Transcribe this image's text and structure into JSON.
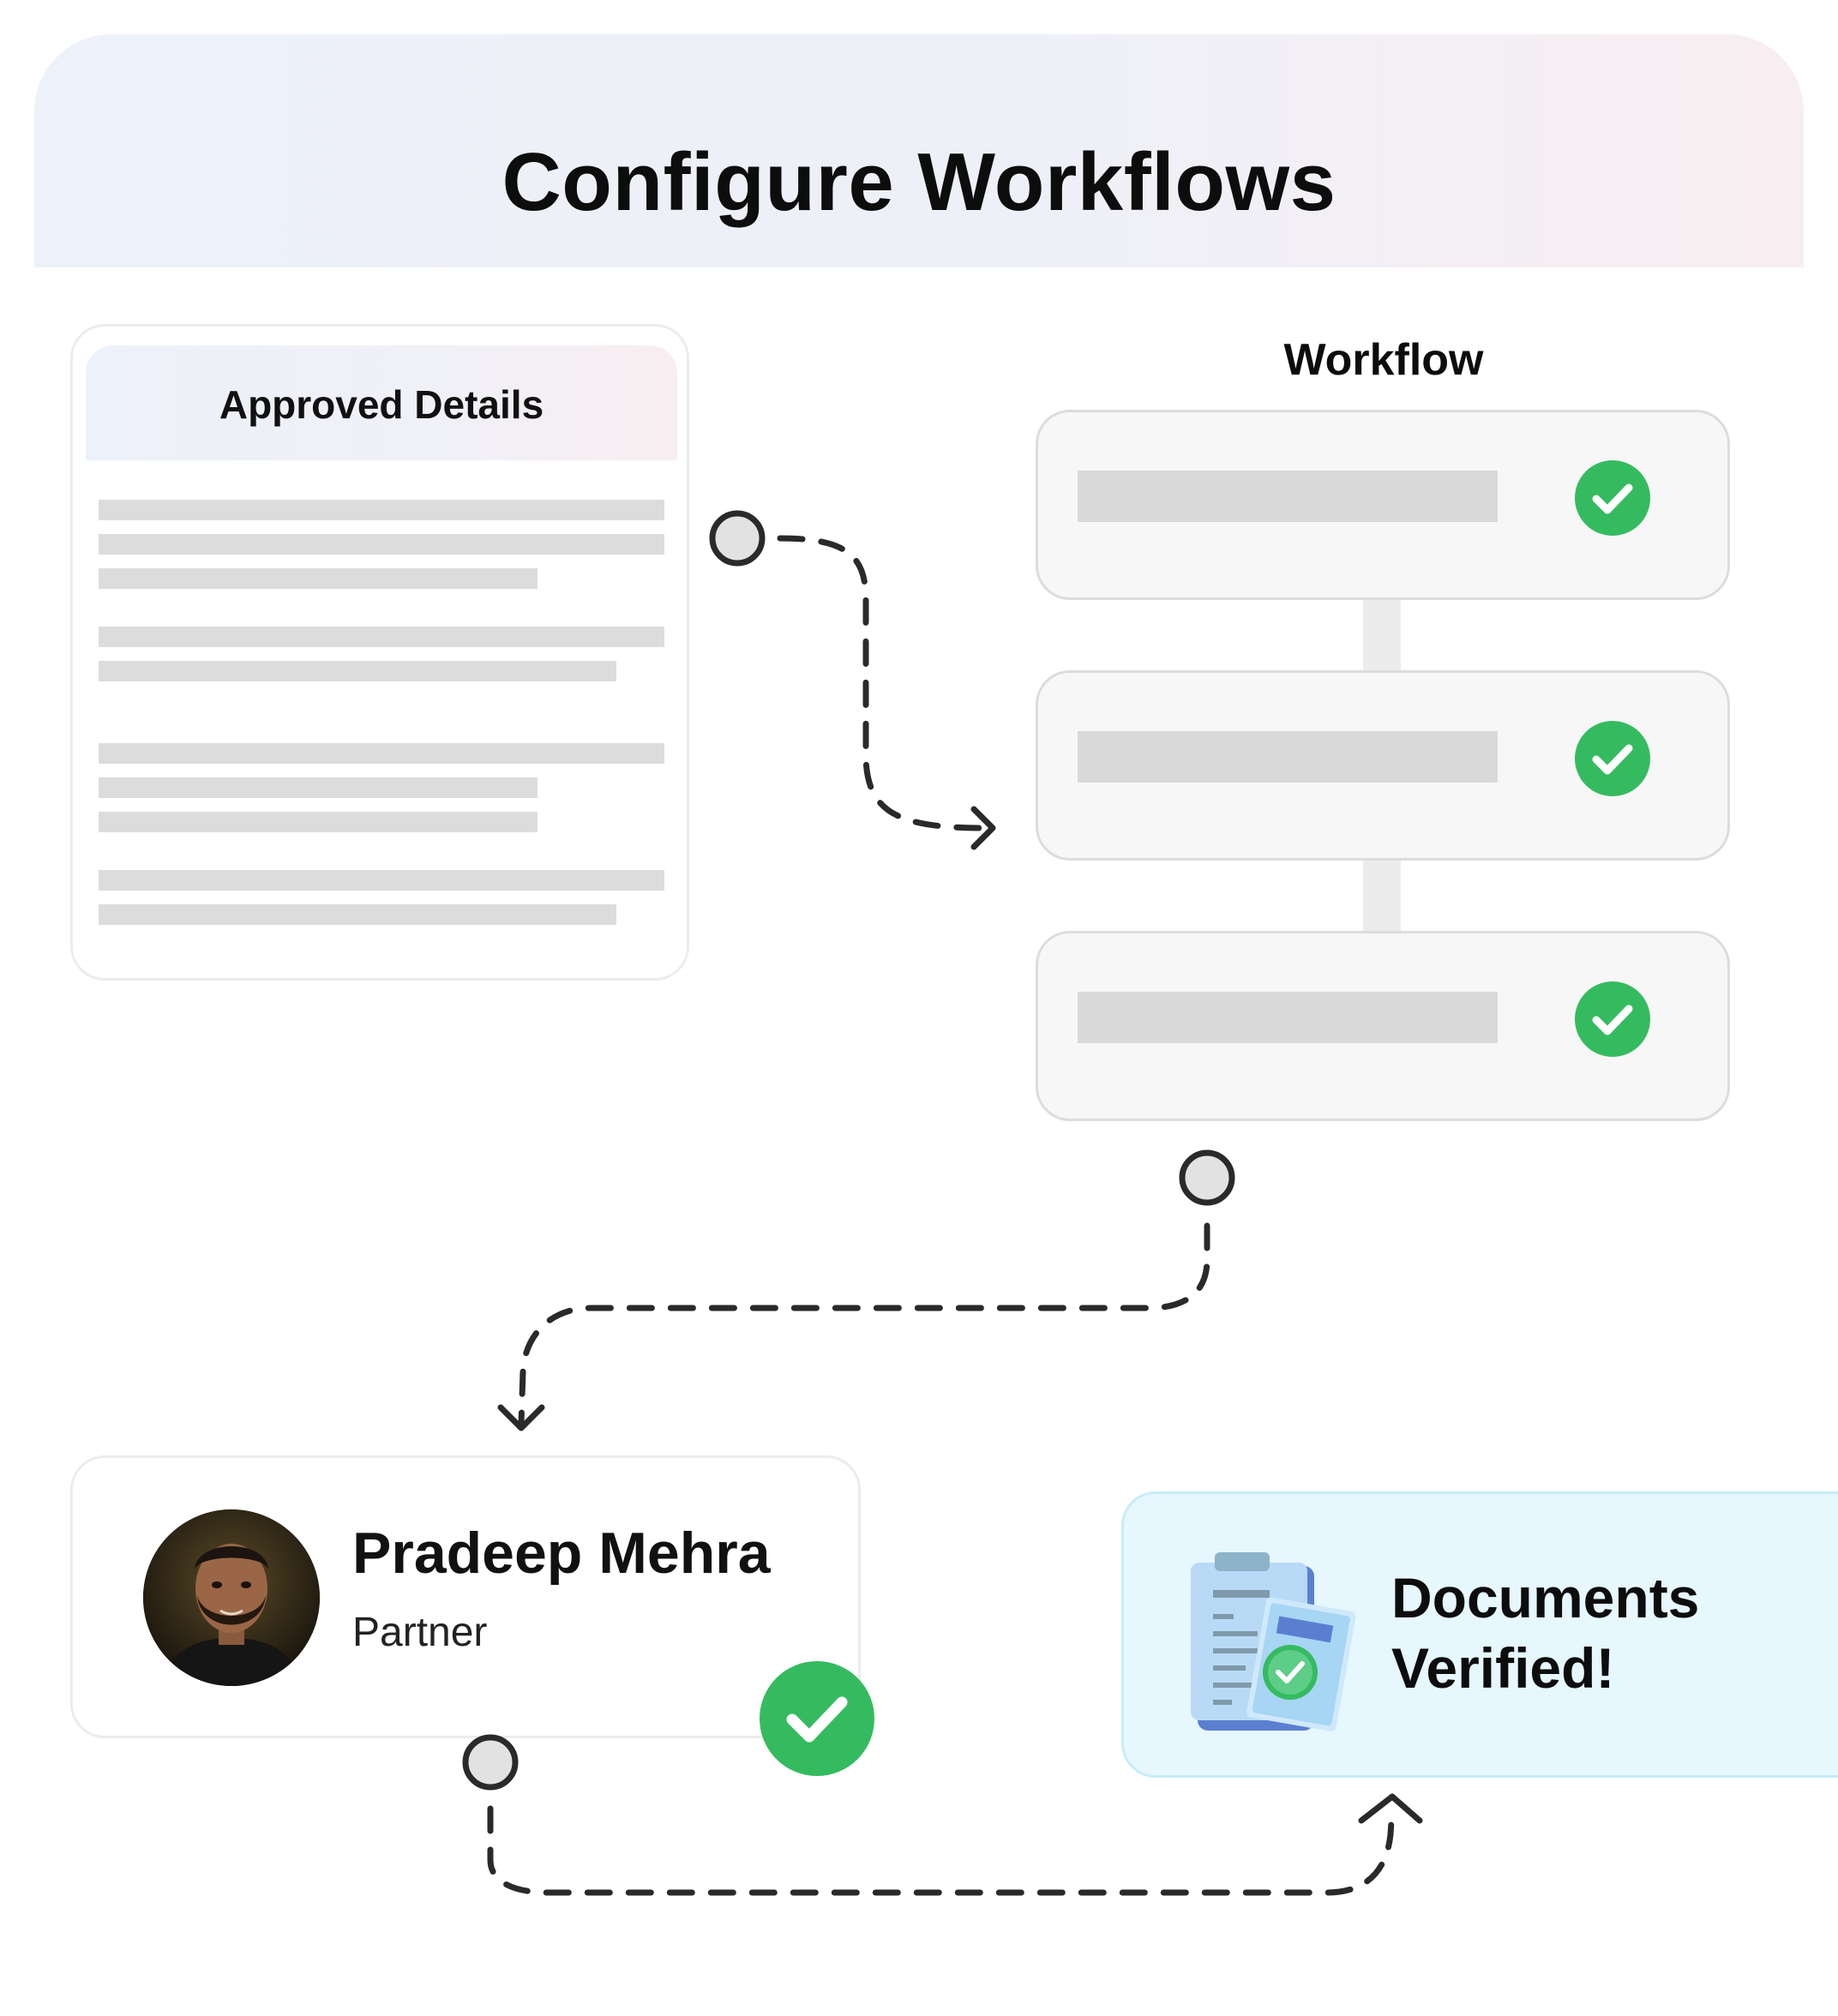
{
  "header": {
    "title": "Configure Workflows"
  },
  "details_card": {
    "title": "Approved Details"
  },
  "workflow": {
    "title": "Workflow",
    "steps": [
      {
        "status": "complete",
        "icon": "check-icon"
      },
      {
        "status": "complete",
        "icon": "check-icon"
      },
      {
        "status": "complete",
        "icon": "check-icon"
      }
    ]
  },
  "person": {
    "name": "Pradeep Mehra",
    "role": "Partner",
    "status": "approved"
  },
  "result": {
    "line1": "Documents",
    "line2": "Verified!",
    "icon": "clipboard-check-icon"
  },
  "colors": {
    "success": "#35bb5f",
    "connector": "#2a2a2a",
    "placeholder": "#d9d9d9",
    "result_bg": "#e6f7fd"
  }
}
